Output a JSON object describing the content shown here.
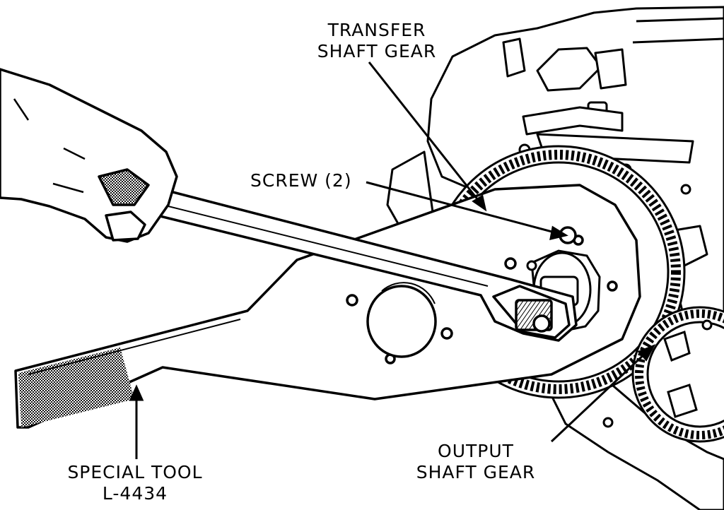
{
  "labels": {
    "transfer_shaft_gear": {
      "line1": "TRANSFER",
      "line2": "SHAFT GEAR"
    },
    "screw": "SCREW (2)",
    "output_shaft_gear": {
      "line1": "OUTPUT",
      "line2": "SHAFT GEAR"
    },
    "special_tool": {
      "line1": "SPECIAL TOOL",
      "line2": "L-4434"
    }
  },
  "colors": {
    "ink": "#000000",
    "paper": "#ffffff",
    "halftone": "#555555"
  }
}
